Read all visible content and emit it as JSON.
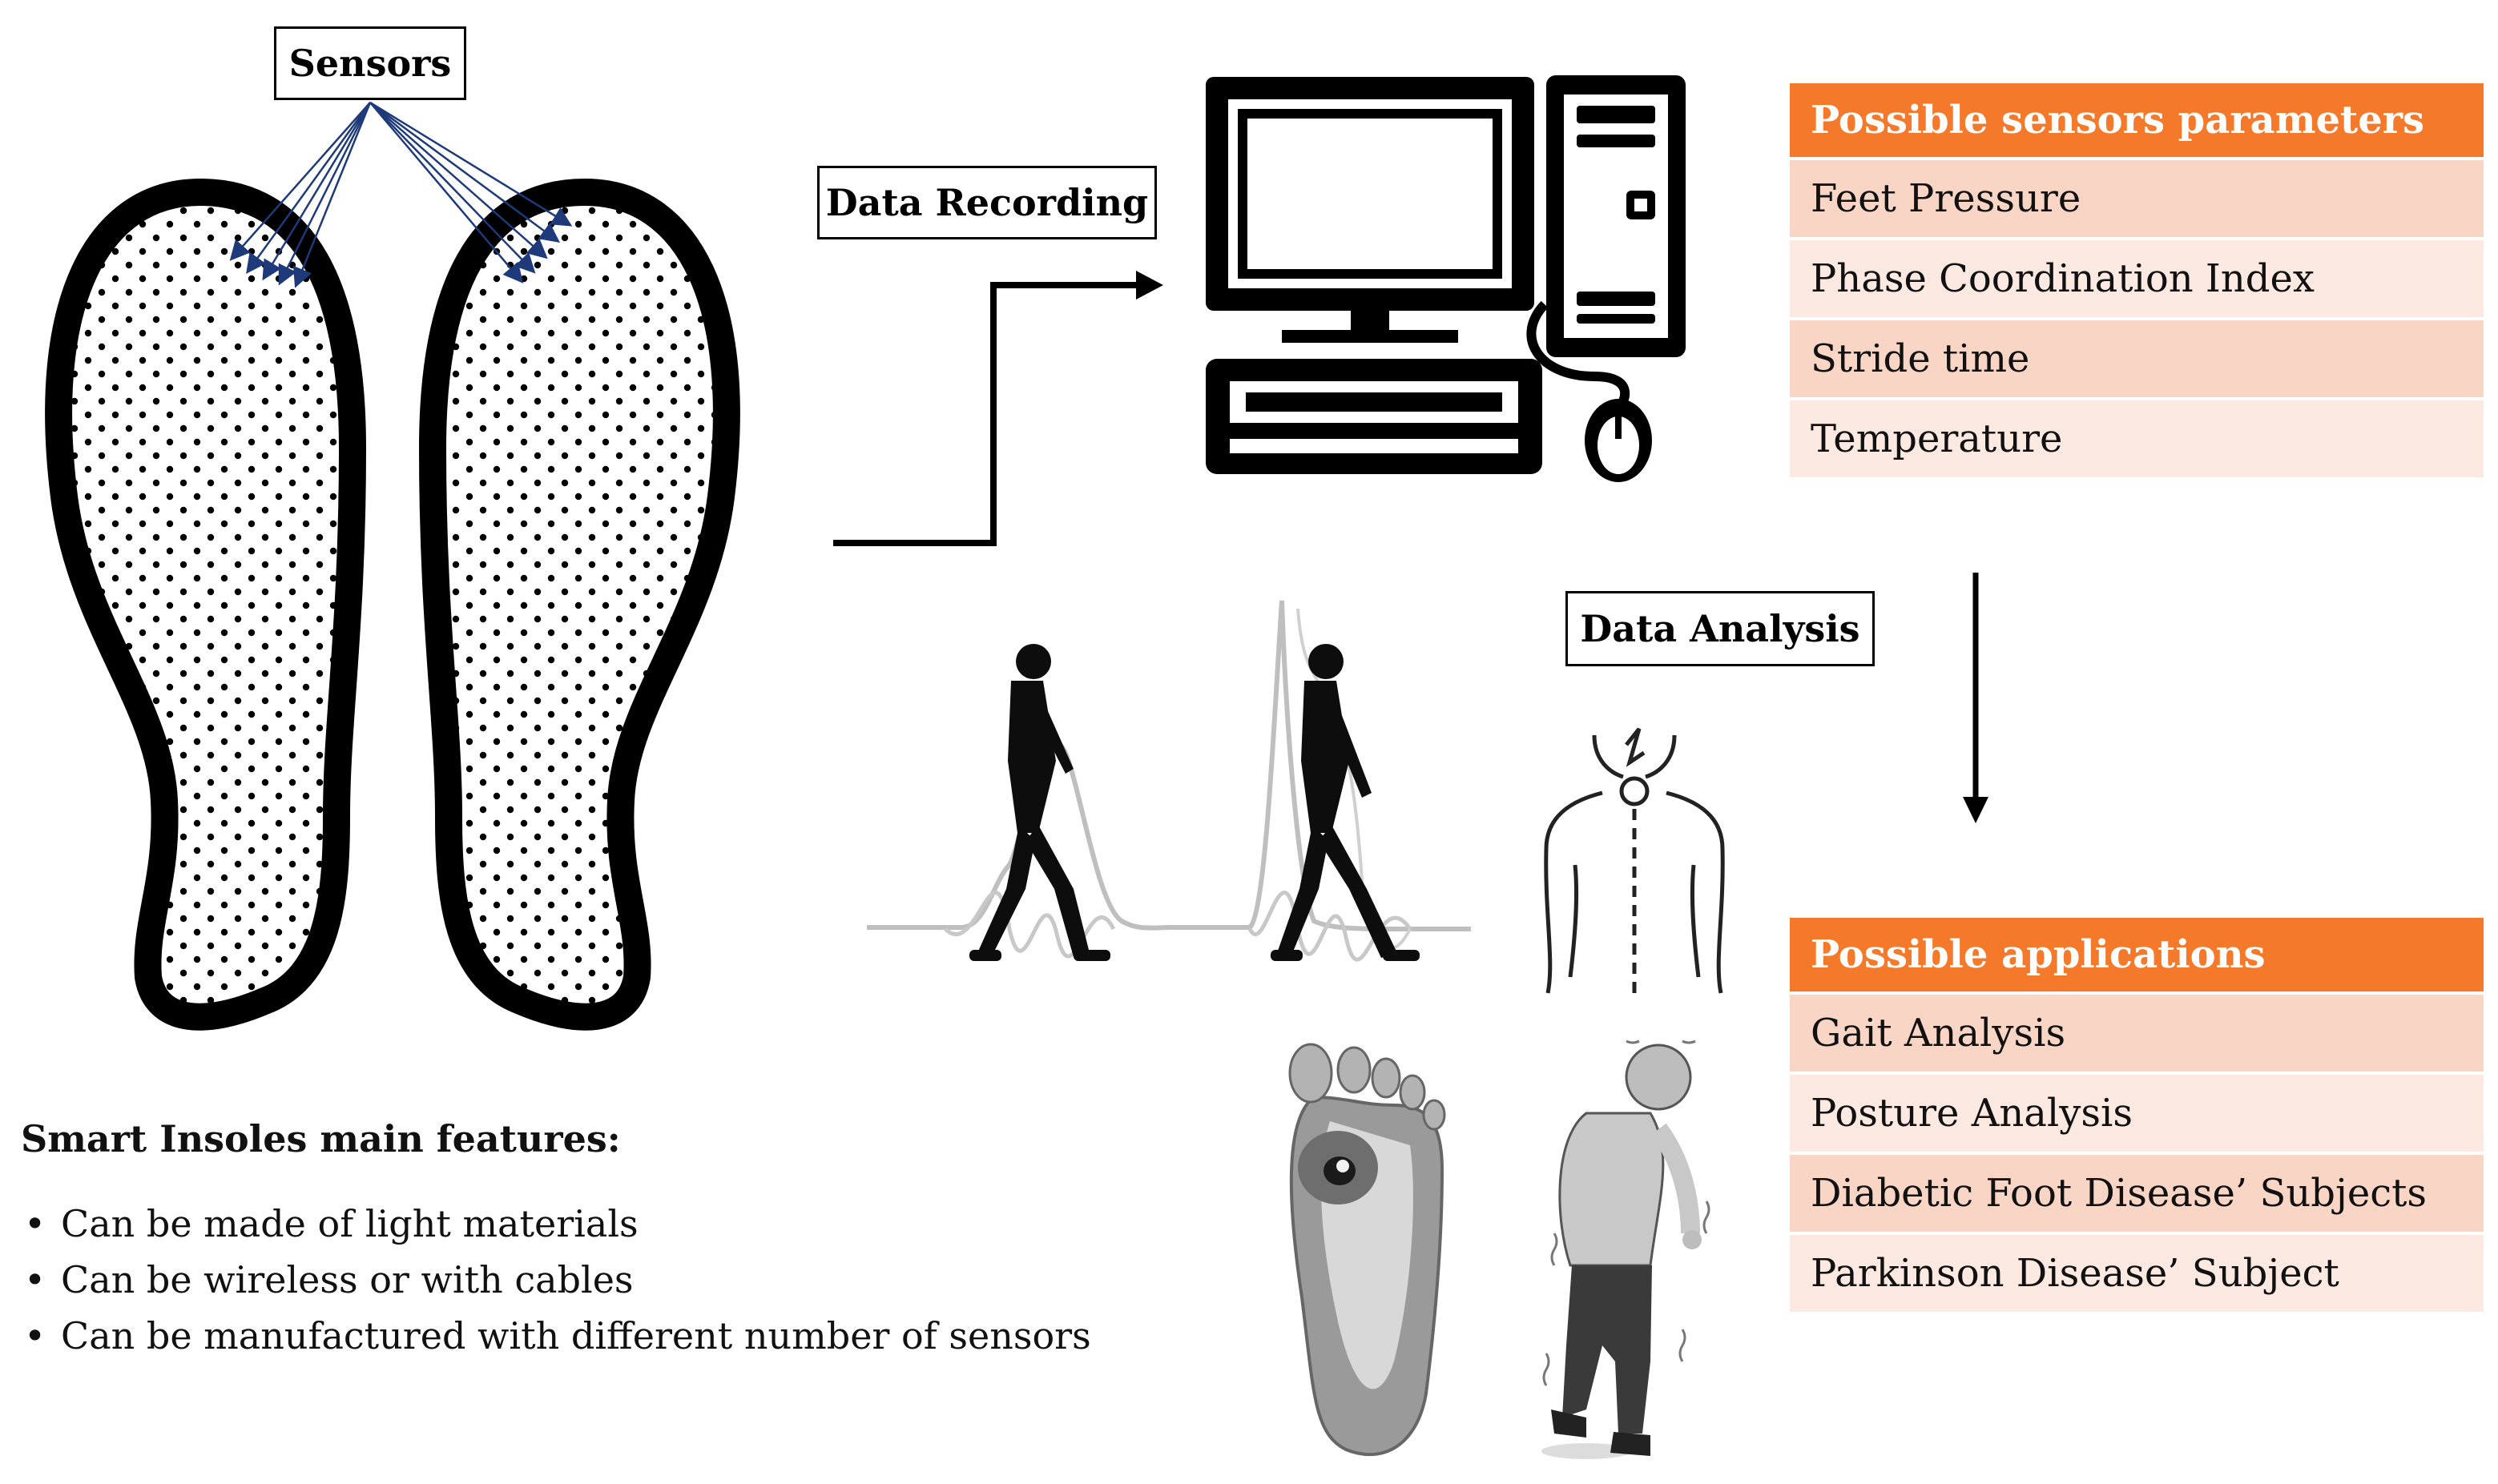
{
  "labels": {
    "sensors": "Sensors",
    "data_recording": "Data Recording",
    "data_analysis": "Data Analysis"
  },
  "sensors_table": {
    "header": "Possible sensors parameters",
    "rows": [
      "Feet Pressure",
      "Phase Coordination Index",
      "Stride time",
      "Temperature"
    ]
  },
  "applications_table": {
    "header": "Possible applications",
    "rows": [
      "Gait Analysis",
      "Posture Analysis",
      "Diabetic Foot Disease’ Subjects",
      "Parkinson Disease’ Subject"
    ]
  },
  "features": {
    "title": "Smart Insoles main features:",
    "bullet": "•",
    "items": [
      "Can be made of light materials",
      "Can be wireless or with cables",
      "Can be manufactured with different number of sensors"
    ]
  },
  "colors": {
    "table_header": "#F5792A",
    "row_dark": "#F9D5C6",
    "row_light": "#FCE9E2",
    "sensor_arrows": "#1F3A7A"
  },
  "icons": [
    "insole-icon",
    "computer-icon",
    "walking-person-icon",
    "spine-pain-icon",
    "diabetic-foot-icon",
    "parkinson-person-icon"
  ]
}
